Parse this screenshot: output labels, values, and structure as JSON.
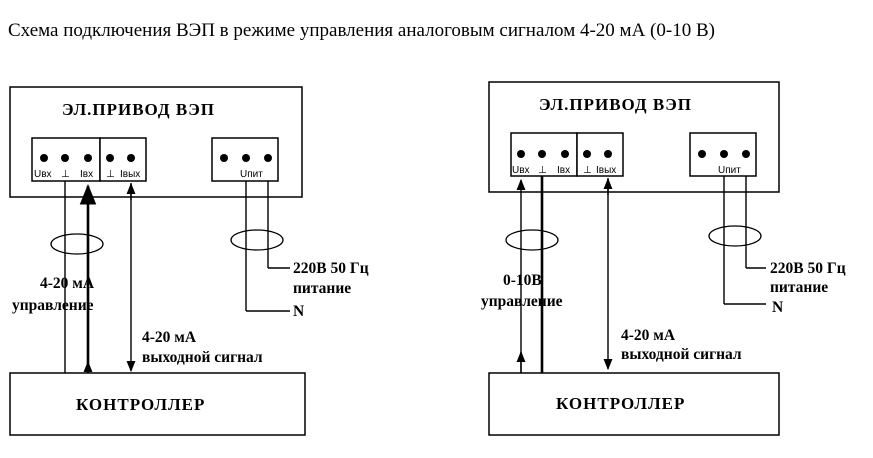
{
  "title": "Схема подключения ВЭП  в режиме управления аналоговым сигналом 4-20 мА (0-10 В)",
  "diagrams": [
    {
      "drive_label": "ЭЛ.ПРИВОД  ВЭП",
      "terminals": {
        "uin": "Uвх",
        "ground": "⊥",
        "iin": "Iвх",
        "ground2": "⊥",
        "iout": "Iвых",
        "power": "Uпит"
      },
      "control_label_1": "4-20 мА",
      "control_label_2": "управление",
      "output_label_1": "4-20 мА",
      "output_label_2": "выходной сигнал",
      "power_label_1": "220В 50 Гц",
      "power_label_2": "питание",
      "neutral_label": "N",
      "controller_label": "КОНТРОЛЛЕР"
    },
    {
      "drive_label": "ЭЛ.ПРИВОД  ВЭП",
      "terminals": {
        "uin": "Uвх",
        "ground": "⊥",
        "iin": "Iвх",
        "ground2": "⊥",
        "iout": "Iвых",
        "power": "Uпит"
      },
      "control_label_1": "0-10В",
      "control_label_2": "управление",
      "output_label_1": "4-20 мА",
      "output_label_2": "выходной сигнал",
      "power_label_1": "220В 50 Гц",
      "power_label_2": "питание",
      "neutral_label": "N",
      "controller_label": "КОНТРОЛЛЕР"
    }
  ]
}
